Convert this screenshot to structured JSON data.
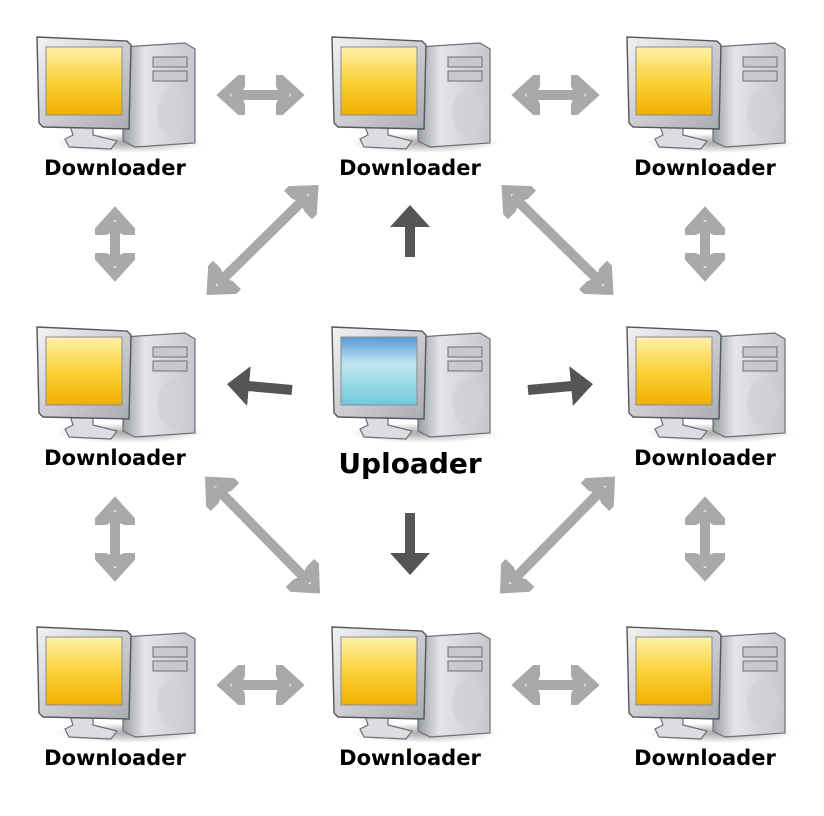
{
  "colors": {
    "peer_arrow": "#a9a9a9",
    "upload_arrow": "#555555",
    "screen_downloader": "#f7c21c",
    "screen_uploader": "#7fcde0"
  },
  "nodes": [
    {
      "id": "n00",
      "label": "Downloader",
      "role": "downloader"
    },
    {
      "id": "n01",
      "label": "Downloader",
      "role": "downloader"
    },
    {
      "id": "n02",
      "label": "Downloader",
      "role": "downloader"
    },
    {
      "id": "n10",
      "label": "Downloader",
      "role": "downloader"
    },
    {
      "id": "n11",
      "label": "Uploader",
      "role": "uploader"
    },
    {
      "id": "n12",
      "label": "Downloader",
      "role": "downloader"
    },
    {
      "id": "n20",
      "label": "Downloader",
      "role": "downloader"
    },
    {
      "id": "n21",
      "label": "Downloader",
      "role": "downloader"
    },
    {
      "id": "n22",
      "label": "Downloader",
      "role": "downloader"
    }
  ],
  "edges": [
    {
      "from": "n00",
      "to": "n01",
      "type": "peer"
    },
    {
      "from": "n01",
      "to": "n02",
      "type": "peer"
    },
    {
      "from": "n20",
      "to": "n21",
      "type": "peer"
    },
    {
      "from": "n21",
      "to": "n22",
      "type": "peer"
    },
    {
      "from": "n00",
      "to": "n10",
      "type": "peer"
    },
    {
      "from": "n10",
      "to": "n20",
      "type": "peer"
    },
    {
      "from": "n02",
      "to": "n12",
      "type": "peer"
    },
    {
      "from": "n12",
      "to": "n22",
      "type": "peer"
    },
    {
      "from": "n10",
      "to": "n01",
      "type": "peer"
    },
    {
      "from": "n01",
      "to": "n12",
      "type": "peer"
    },
    {
      "from": "n10",
      "to": "n21",
      "type": "peer"
    },
    {
      "from": "n21",
      "to": "n12",
      "type": "peer"
    },
    {
      "from": "n11",
      "to": "n01",
      "type": "upload"
    },
    {
      "from": "n11",
      "to": "n21",
      "type": "upload"
    },
    {
      "from": "n11",
      "to": "n10",
      "type": "upload"
    },
    {
      "from": "n11",
      "to": "n12",
      "type": "upload"
    }
  ]
}
